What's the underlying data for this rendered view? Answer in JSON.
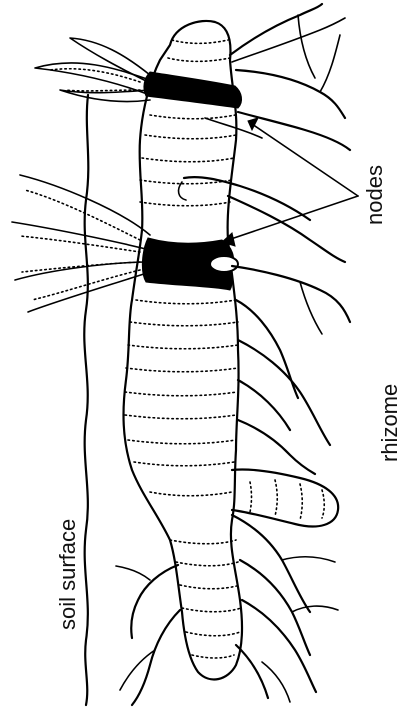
{
  "labels": {
    "soil_surface": "soil surface",
    "rhizome": "rhizome",
    "nodes": "nodes"
  },
  "colors": {
    "ink": "#000000",
    "background": "#ffffff"
  }
}
